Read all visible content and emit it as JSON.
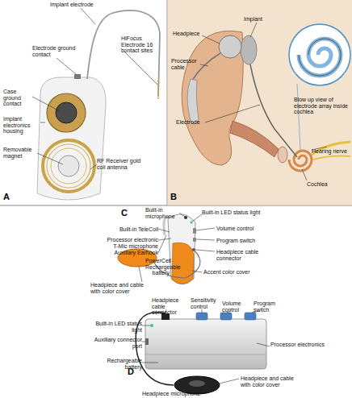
{
  "diagram": {
    "labels": [
      "A",
      "Implant electrode",
      "Electrode ground contact",
      "HiFocus Electrode 16 contact sites",
      "Case ground contact",
      "Implant electronics housing",
      "Removable magnet",
      "RF Receiver gold coil antenna",
      "B",
      "Headpiece",
      "Implant",
      "Processor cable",
      "Electrode",
      "Blow up view of electrode array inside cochlea",
      "Hearing nerve",
      "Cochlea",
      "C",
      "Built-in microphone",
      "Built-in LED status light",
      "Volume control",
      "Program switch",
      "Headpiece cable connector",
      "Built-in TeleCoil",
      "Processor electronic",
      "T-Mic microphone",
      "Auxiliary Earhook",
      "PowerCell Rechargeable battery",
      "Accent color cover",
      "Headpiece and cable with color cover",
      "D",
      "Headpiece cable connector",
      "Sensitivity control",
      "Volume control",
      "Program switch",
      "Built-in LED status light",
      "Auxiliary connector port",
      "Processor electronics",
      "Rechargeable battery",
      "Headpiece and cable with color cover",
      "Headpiece microphone"
    ]
  }
}
